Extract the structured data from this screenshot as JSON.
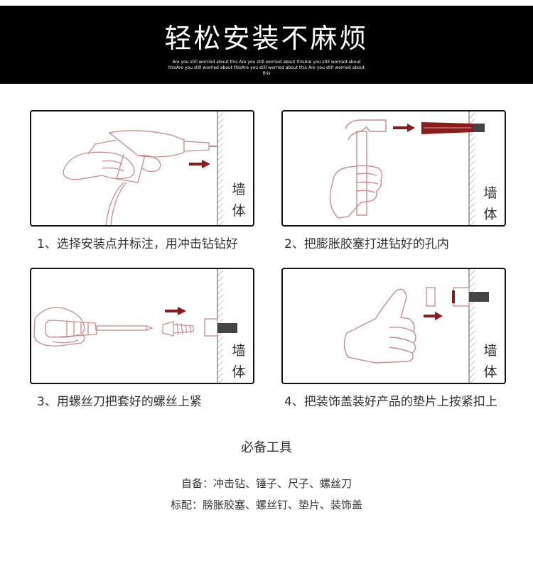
{
  "banner": {
    "title": "轻松安装不麻烦",
    "subtitle": "Are you still worried about this Are you still worried about thisAre you still worried about thisAre you still worried about thisAre you still worried about this Are you still worried about this"
  },
  "steps": [
    {
      "caption": "1、选择安装点并标注，用冲击钻钻好",
      "wall_label_1": "墙",
      "wall_label_2": "体",
      "illustration": "hand-drill-icon"
    },
    {
      "caption": "2、把膨胀胶塞打进钻好的孔内",
      "wall_label_1": "墙",
      "wall_label_2": "体",
      "illustration": "hammer-icon"
    },
    {
      "caption": "3、用螺丝刀把套好的螺丝上紧",
      "wall_label_1": "墙",
      "wall_label_2": "体",
      "illustration": "screwdriver-icon"
    },
    {
      "caption": "4、把装饰盖装好产品的垫片上按紧扣上",
      "wall_label_1": "墙",
      "wall_label_2": "体",
      "illustration": "thumbs-up-icon"
    }
  ],
  "tools": {
    "title": "必备工具",
    "own": "自备：冲击钻、锤子、尺子、螺丝刀",
    "included": "标配：膀胀胶塞、螺丝钉、垫片、装饰盖"
  },
  "colors": {
    "accent": "#8b1a1a",
    "line": "#c9a0a0",
    "banner": "#000000"
  }
}
